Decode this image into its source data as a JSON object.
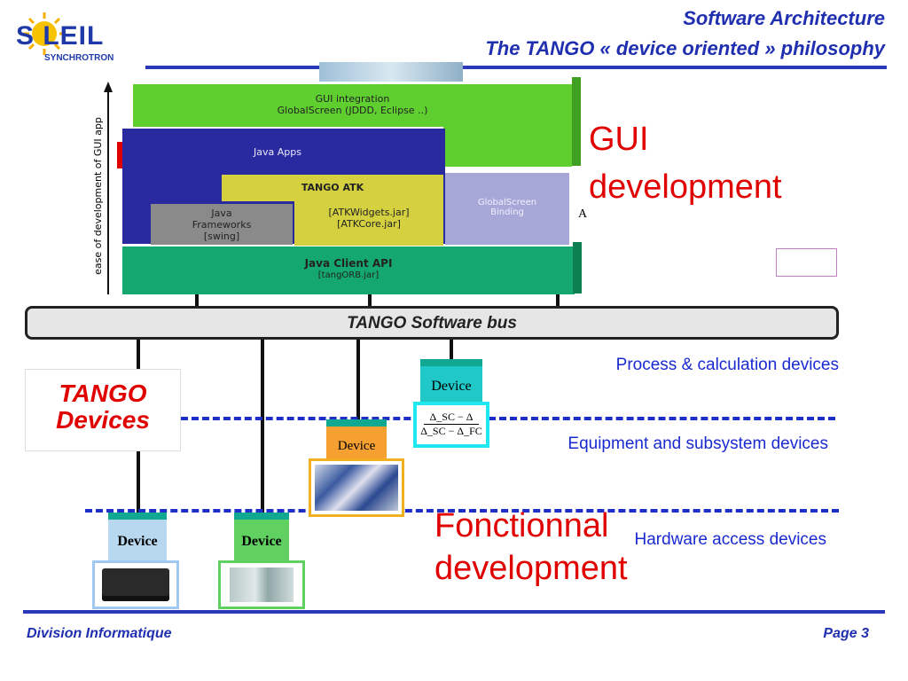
{
  "header": {
    "logo_main": "S LEIL",
    "logo_sub": "SYNCHROTRON",
    "title_line1": "Software Architecture",
    "title_line2": "The TANGO « device oriented »  philosophy"
  },
  "stack": {
    "axis_label": "ease of development of GUI app",
    "gui_integration": "GUI integration",
    "globalscreen": "GlobalScreen (JDDD, Eclipse ..)",
    "java_apps": "Java Apps",
    "tango_atk": "TANGO ATK",
    "atk_jars_1": "[ATKWidgets.jar]",
    "atk_jars_2": "[ATKCore.jar]",
    "java_fw_1": "Java",
    "java_fw_2": "Frameworks",
    "java_fw_3": "[swing]",
    "gs_binding_1": "GlobalScreen",
    "gs_binding_2": "Binding",
    "client_api": "Java Client API",
    "client_jar": "[tangORB.jar]",
    "hidden_letter": "A"
  },
  "gui_dev": {
    "line1": "GUI",
    "line2": "development"
  },
  "bus": {
    "label": "TANGO Software bus"
  },
  "devices_label": {
    "line1": "TANGO",
    "line2": "Devices"
  },
  "levels": {
    "process": "Process & calculation devices",
    "equipment": "Equipment and subsystem devices",
    "hardware": "Hardware access devices"
  },
  "device_label": "Device",
  "formula": {
    "numerator": "Δ_SC − Δ",
    "denominator": "Δ_SC − Δ_FC"
  },
  "functional": {
    "line1": "Fonctionnal",
    "line2": "development"
  },
  "footer": {
    "left": "Division Informatique",
    "right": "Page 3"
  },
  "colors": {
    "title_blue": "#1f2fb0",
    "gui_green": "#5fcf30",
    "java_apps_navy": "#2a2aa0",
    "atk_yellow": "#d4d040",
    "gs_lavender": "#a8a8d8",
    "api_teal": "#14a870",
    "device_cyan": "#20c8c8",
    "device_orange": "#f5a030",
    "device_lightblue": "#b8d8f0",
    "device_green": "#60d060",
    "accent_red": "#e00000"
  }
}
